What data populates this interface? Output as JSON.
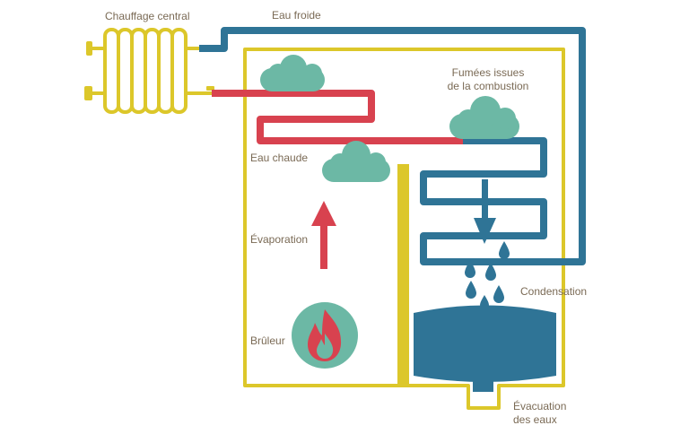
{
  "labels": {
    "central_heating": "Chauffage central",
    "cold_water": "Eau froide",
    "flue_gases_line1": "Fumées issues",
    "flue_gases_line2": "de la combustion",
    "hot_water": "Eau chaude",
    "evaporation": "Évaporation",
    "burner": "Brûleur",
    "condensation": "Condensation",
    "drain_line1": "Évacuation",
    "drain_line2": "des eaux"
  },
  "colors": {
    "boiler_outline": "#dcc72a",
    "hot_pipe": "#d8424f",
    "cold_pipe": "#2f7496",
    "cloud": "#6cb8a5",
    "burner_disc": "#6cb8a5",
    "flame": "#d8424f",
    "water": "#2f7496",
    "label_text": "#7a6a55"
  },
  "icons": {
    "burner": "flame-icon",
    "clouds": "cloud-icon",
    "arrows": "arrow-icon",
    "droplets": "droplet-icon"
  }
}
